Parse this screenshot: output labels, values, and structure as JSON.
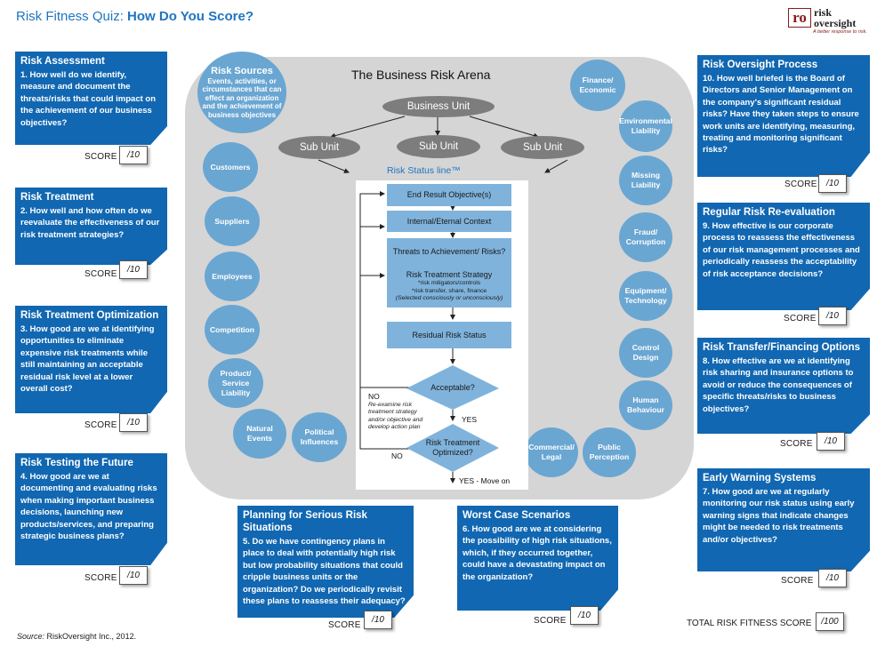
{
  "header": {
    "title_prefix": "Risk Fitness Quiz: ",
    "title_strong": "How Do You Score?"
  },
  "logo": {
    "mark": "ro",
    "word1": "risk",
    "word2": "oversight",
    "tagline": "A better response to risk."
  },
  "questions": [
    {
      "id": "q1",
      "heading": "Risk Assessment",
      "text": "1.  How well do we identify, measure and document the threats/risks that could impact on the achievement of our business objectives?",
      "score_label": "SCORE",
      "score_value": "/10"
    },
    {
      "id": "q2",
      "heading": "Risk Treatment",
      "text": "2.  How well and how often do we reevaluate the effectiveness of our risk treatment strategies?",
      "score_label": "SCORE",
      "score_value": "/10"
    },
    {
      "id": "q3",
      "heading": "Risk Treatment Optimization",
      "text": "3.  How good are we at identifying opportunities to eliminate expensive risk treatments while still maintaining an acceptable residual risk level at a lower overall cost?",
      "score_label": "SCORE",
      "score_value": "/10"
    },
    {
      "id": "q4",
      "heading": "Risk Testing the Future",
      "text": "4.  How good are we at documenting and evaluating risks when making important business decisions, launching new products/services, and preparing strategic business plans?",
      "score_label": "SCORE",
      "score_value": "/10"
    },
    {
      "id": "q5",
      "heading": "Planning for Serious Risk Situations",
      "text": "5.  Do we have contingency plans in place to deal with potentially high risk but low probability situations that could cripple business units or the organization? Do we periodically revisit these plans to reassess their adequacy?",
      "score_label": "SCORE",
      "score_value": "/10"
    },
    {
      "id": "q6",
      "heading": "Worst Case Scenarios",
      "text": "6.  How good are we at considering the possibility of high risk situations, which, if they occurred together, could have a devastating impact on the organization?",
      "score_label": "SCORE",
      "score_value": "/10"
    },
    {
      "id": "q7",
      "heading": "Early Warning Systems",
      "text": "7.  How good are we at regularly monitoring our risk status using early warning signs that indicate changes might be needed to risk treatments and/or objectives?",
      "score_label": "SCORE",
      "score_value": "/10"
    },
    {
      "id": "q8",
      "heading": "Risk Transfer/Financing Options",
      "text": "8.  How effective are we at identifying risk sharing and insurance options to avoid or reduce the consequences of specific threats/risks to business objectives?",
      "score_label": "SCORE",
      "score_value": "/10"
    },
    {
      "id": "q9",
      "heading": "Regular Risk Re-evaluation",
      "text": "9.  How effective is our corporate process to reassess the effectiveness of our risk management processes and periodically reassess the acceptability of risk acceptance decisions?",
      "score_label": "SCORE",
      "score_value": "/10"
    },
    {
      "id": "q10",
      "heading": "Risk Oversight Process",
      "text": "10.  How well briefed is the Board of Directors and Senior Management on the company's significant residual risks?  Have they taken steps to ensure work units are identifying, measuring, treating and monitoring significant risks?",
      "score_label": "SCORE",
      "score_value": "/10"
    }
  ],
  "arena": {
    "title": "The Business Risk Arena",
    "business_unit": "Business Unit",
    "sub_units": [
      "Sub Unit",
      "Sub Unit",
      "Sub Unit"
    ],
    "risk_sources": {
      "title": "Risk Sources",
      "text": "Events, activities, or circumstances that can effect an organization and the achievement of business objectives"
    },
    "left_circles": [
      "Customers",
      "Suppliers",
      "Employees",
      "Competition",
      "Product/ Service Liability",
      "Natural Events",
      "Political Influences"
    ],
    "right_circles": [
      "Finance/ Economic",
      "Environmental Liability",
      "Missing Liability",
      "Fraud/ Corruption",
      "Equipment/ Technology",
      "Control Design",
      "Human Behaviour",
      "Commercial/ Legal",
      "Public Perception"
    ],
    "status_line": "Risk Status  line™"
  },
  "flow": {
    "steps": [
      "End Result Objective(s)",
      "Internal/Eternal Context",
      "Threats to Achievement/ Risks?"
    ],
    "strategy": {
      "title": "Risk Treatment Strategy",
      "line1": "*risk mitigators/controls",
      "line2": "*risk transfer, share, finance",
      "line3": "(Selected consciously or unconsciously)"
    },
    "residual": "Residual Risk Status",
    "acceptable": "Acceptable?",
    "optimized": "Risk Treatment Optimized?",
    "no1": "NO",
    "no2": "NO",
    "yes1": "YES",
    "yes2": "YES - Move on",
    "note": "Re-examine risk treatment strategy and/or objective and develop action plan"
  },
  "footer": {
    "source_label": "Source:",
    "source_text": " RiskOversight Inc., 2012.",
    "total_label": "TOTAL RISK FITNESS SCORE",
    "total_value": "/100"
  },
  "colors": {
    "box_blue": "#1167b1",
    "circle_blue": "#6aa6d2",
    "flow_blue": "#7fb3dc",
    "arena_gray": "#d5d5d5",
    "title_blue": "#1f75c0"
  }
}
